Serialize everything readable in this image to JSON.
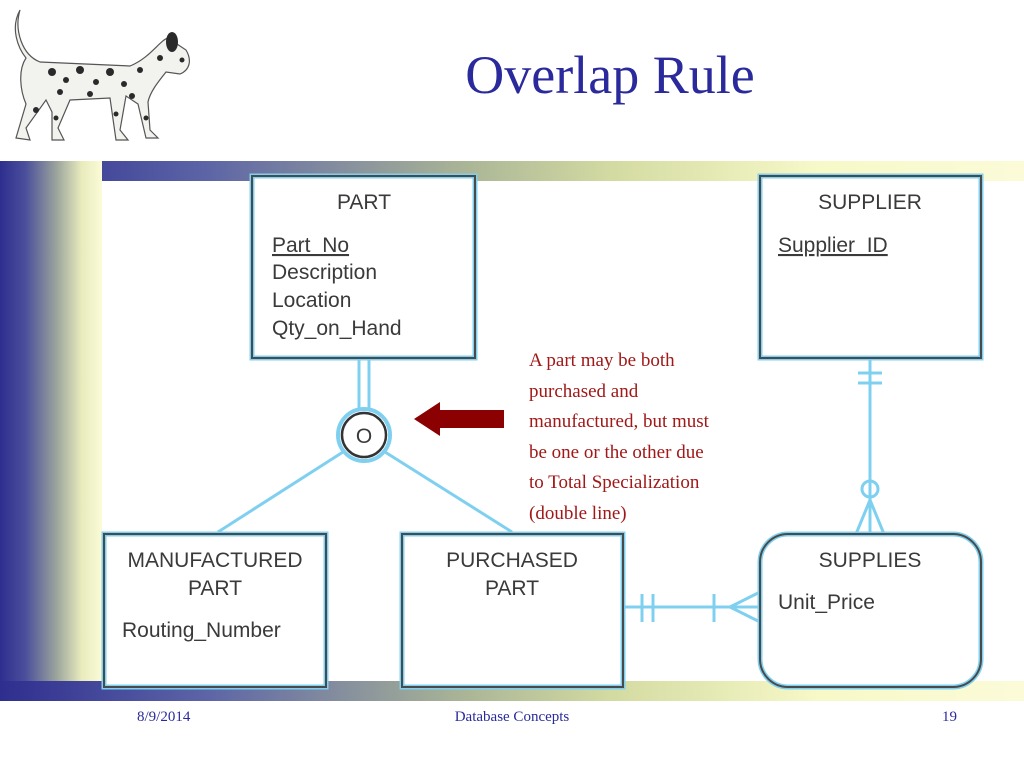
{
  "slide": {
    "title": "Overlap Rule"
  },
  "entities": {
    "part": {
      "name": "PART",
      "key_attribute": "Part_No",
      "attributes": [
        "Description",
        "Location",
        "Qty_on_Hand"
      ]
    },
    "supplier": {
      "name": "SUPPLIER",
      "key_attribute": "Supplier_ID"
    },
    "manufactured_part": {
      "name_line1": "MANUFACTURED",
      "name_line2": "PART",
      "attribute": "Routing_Number"
    },
    "purchased_part": {
      "name_line1": "PURCHASED",
      "name_line2": "PART"
    },
    "supplies": {
      "name": "SUPPLIES",
      "attribute": "Unit_Price"
    }
  },
  "subtype_circle": {
    "label": "O"
  },
  "note": {
    "text": "A part may be both\npurchased and\nmanufactured, but must\nbe one or  the other due\nto Total Specialization\n(double line)"
  },
  "footer": {
    "date": "8/9/2014",
    "center": "Database Concepts",
    "page": "19"
  },
  "colors": {
    "title": "#2a2a9c",
    "note_text": "#a01818",
    "arrow": "#8b0000",
    "connector": "#7fd0f0",
    "band_dark": "#2e2e8f",
    "band_light": "#fbfbd8"
  },
  "icons": {
    "mascot": "dalmatian-dog-icon",
    "pointer": "left-arrow-icon"
  }
}
